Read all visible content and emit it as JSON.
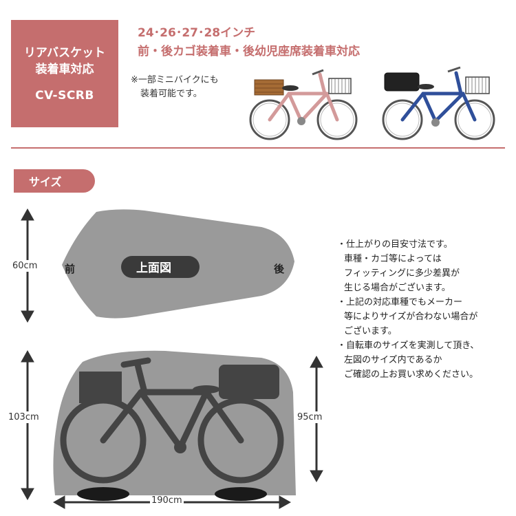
{
  "badge": {
    "line1": "リアバスケット",
    "line2": "装着車対応",
    "model": "CV-SCRB"
  },
  "header": {
    "wheel_sizes": "24･26･27･28インチ",
    "compatibility": "前・後カゴ装着車・後幼児座席装着車対応",
    "mini_note_line1": "※一部ミニバイクにも",
    "mini_note_line2": "装着可能です。"
  },
  "size_section": {
    "title": "サイズ",
    "top_view_label": "上面図",
    "front_label": "前",
    "rear_label": "後",
    "width_dim": "60cm",
    "height_front_dim": "103cm",
    "height_rear_dim": "95cm",
    "length_dim": "190cm"
  },
  "notes": [
    "・仕上がりの目安寸法です。",
    "車種・カゴ等によっては",
    "フィッティングに多少差異が",
    "生じる場合がございます。",
    "・上記の対応車種でもメーカー",
    "等によりサイズが合わない場合が",
    "ございます。",
    "・自転車のサイズを実測して頂き、",
    "左図のサイズ内であるか",
    "ご確認の上お買い求めください。"
  ],
  "colors": {
    "accent": "#c56e6e",
    "cover_gray": "#9a9a9a",
    "dark": "#3a3a3a"
  }
}
